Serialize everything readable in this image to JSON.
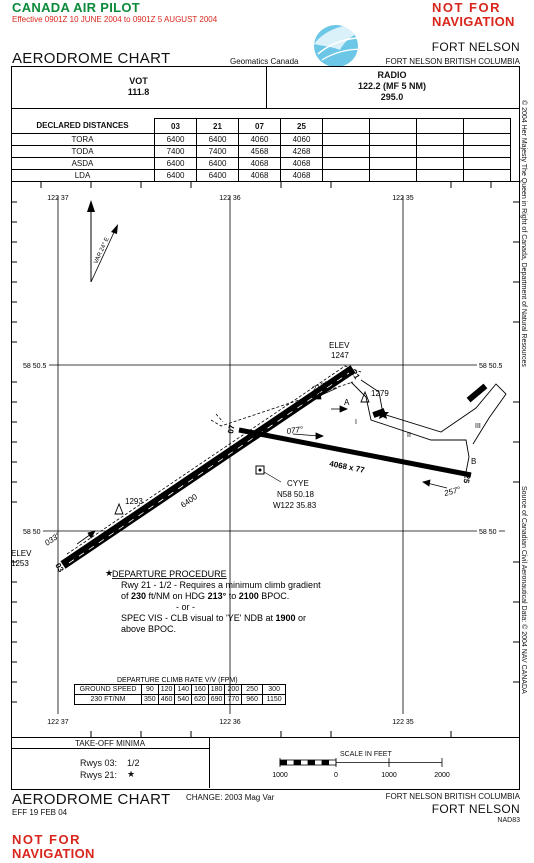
{
  "header": {
    "publisher": "CANADA AIR PILOT",
    "effective": "Effective 0901Z 10 JUNE 2004 to 0901Z 5 AUGUST 2004",
    "not_for_1": "NOT FOR",
    "not_for_2": "NAVIGATION",
    "chart_type": "AERODROME CHART",
    "source": "Geomatics Canada",
    "airport": "FORT NELSON",
    "location": "FORT NELSON  BRITISH COLUMBIA"
  },
  "frequencies": {
    "vot_label": "VOT",
    "vot_value": "111.8",
    "radio_label": "RADIO",
    "radio_value": "122.2 (MF 5 NM)",
    "radio_value2": "295.0"
  },
  "declared_distances": {
    "title": "DECLARED DISTANCES",
    "runways": [
      "03",
      "21",
      "07",
      "25"
    ],
    "rows": [
      {
        "label": "TORA",
        "values": [
          "6400",
          "6400",
          "4060",
          "4060"
        ]
      },
      {
        "label": "TODA",
        "values": [
          "7400",
          "7400",
          "4568",
          "4268"
        ]
      },
      {
        "label": "ASDA",
        "values": [
          "6400",
          "6400",
          "4068",
          "4068"
        ]
      },
      {
        "label": "LDA",
        "values": [
          "6400",
          "6400",
          "4068",
          "4068"
        ]
      }
    ]
  },
  "chart": {
    "lon_labels": [
      "122 37",
      "122 36",
      "122 35"
    ],
    "lat_labels": [
      "58 50.5",
      "58 50"
    ],
    "var": "VAR 24° E",
    "elev_ne_label": "ELEV",
    "elev_ne_value": "1247",
    "elev_sw_label": "ELEV",
    "elev_sw_value": "1253",
    "rwy_03": "03",
    "rwy_21": "21",
    "rwy_07": "07",
    "rwy_25": "25",
    "hdg_213": "213°",
    "hdg_033": "033°",
    "hdg_077": "077°",
    "hdg_257": "257°",
    "len_main": "6400",
    "len_cross": "4068 x 77",
    "obst_1279": "1279",
    "obst_1293": "1293",
    "twy_a": "A",
    "twy_b": "B",
    "twy_i": "I",
    "twy_ii": "II",
    "twy_iii": "III",
    "cyye": "CYYE",
    "cyye_lat": "N58 50.18",
    "cyye_lon": "W122 35.83"
  },
  "departure": {
    "title": "DEPARTURE PROCEDURE",
    "line1": "Rwy 21 -  1/2  - Requires a minimum climb gradient",
    "line2a": "of ",
    "line2b": "230",
    "line2c": " ft/NM on HDG ",
    "line2d": "213°",
    "line2e": " to ",
    "line2f": "2100",
    "line2g": " BPOC.",
    "line3": "- or -",
    "line4a": "SPEC VIS - CLB visual to 'YE' NDB at ",
    "line4b": "1900",
    "line4c": " or",
    "line5": "above BPOC."
  },
  "climb_rate": {
    "title": "DEPARTURE CLIMB RATE V/V (FPM)",
    "gs_label": "GROUND SPEED",
    "gs": [
      "90",
      "120",
      "140",
      "160",
      "180",
      "200",
      "250",
      "300"
    ],
    "rate_label": "230 FT/NM",
    "rates": [
      "350",
      "460",
      "540",
      "620",
      "690",
      "770",
      "960",
      "1150"
    ]
  },
  "takeoff": {
    "title": "TAKE-OFF MINIMA",
    "rwy03_label": "Rwys 03:",
    "rwy03_value": "1/2",
    "rwy21_label": "Rwys 21:",
    "rwy21_value": "★"
  },
  "scale": {
    "title": "SCALE IN FEET",
    "labels": [
      "1000",
      "0",
      "1000",
      "2000"
    ]
  },
  "footer": {
    "chart_type": "AERODROME CHART",
    "change": "CHANGE: 2003 Mag Var",
    "location": "FORT NELSON  BRITISH COLUMBIA",
    "eff": "EFF 19 FEB 04",
    "airport": "FORT NELSON",
    "code": "NAD83",
    "not_for_1": "NOT FOR",
    "not_for_2": "NAVIGATION"
  },
  "side_notes": {
    "copyright": "© 2004 Her Majesty The Queen in Right of Canada, Department of Natural Resources",
    "source": "Source of Canadian Civil Aeronautical Data: © 2004 NAV CANADA"
  }
}
